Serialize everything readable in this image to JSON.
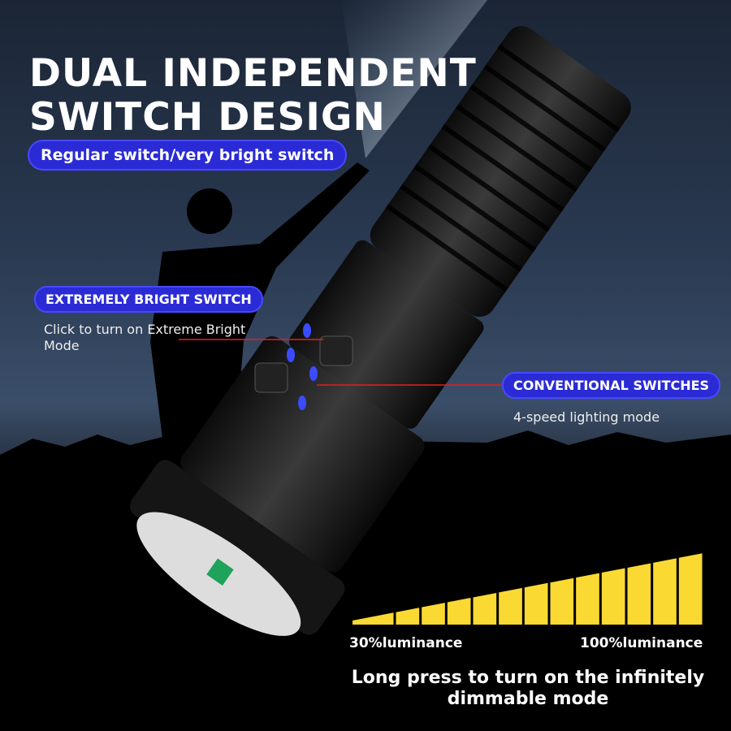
{
  "headline": {
    "line1": "DUAL INDEPENDENT",
    "line2": "SWITCH DESIGN"
  },
  "subtitle_pill": "Regular switch/very bright switch",
  "extreme_switch": {
    "label": "EXTREMELY BRIGHT SWITCH",
    "description": "Click to turn on Extreme Bright Mode"
  },
  "conventional_switch": {
    "label": "CONVENTIONAL SWITCHES",
    "description": "4-speed lighting mode"
  },
  "luminance_scale": {
    "min_label": "30%luminance",
    "max_label": "100%luminance",
    "min_percent": 30,
    "max_percent": 100,
    "steps": 13,
    "color": "#fbd933"
  },
  "footer": "Long press to turn on the infinitely dimmable mode",
  "colors": {
    "pill": "#2b2bd6",
    "indicator": "#3a4cff",
    "accent_line": "#e02020"
  }
}
